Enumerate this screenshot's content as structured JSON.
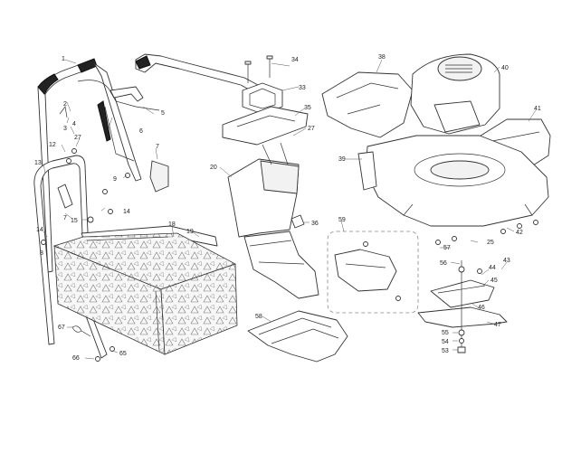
{
  "part_labels": [
    {
      "id": "1",
      "text": "1"
    },
    {
      "id": "2",
      "text": "2"
    },
    {
      "id": "3",
      "text": "3"
    },
    {
      "id": "4",
      "text": "4"
    },
    {
      "id": "5",
      "text": "5"
    },
    {
      "id": "6",
      "text": "6"
    },
    {
      "id": "7a",
      "text": "7"
    },
    {
      "id": "7b",
      "text": "7"
    },
    {
      "id": "8",
      "text": "8"
    },
    {
      "id": "9",
      "text": "9"
    },
    {
      "id": "12",
      "text": "12"
    },
    {
      "id": "13",
      "text": "13"
    },
    {
      "id": "14a",
      "text": "14"
    },
    {
      "id": "14b",
      "text": "14"
    },
    {
      "id": "15",
      "text": "15"
    },
    {
      "id": "18",
      "text": "18"
    },
    {
      "id": "19",
      "text": "19"
    },
    {
      "id": "20",
      "text": "20"
    },
    {
      "id": "25",
      "text": "25"
    },
    {
      "id": "27a",
      "text": "27"
    },
    {
      "id": "27b",
      "text": "27"
    },
    {
      "id": "33",
      "text": "33"
    },
    {
      "id": "34",
      "text": "34"
    },
    {
      "id": "35",
      "text": "35"
    },
    {
      "id": "36",
      "text": "36"
    },
    {
      "id": "38",
      "text": "38"
    },
    {
      "id": "39",
      "text": "39"
    },
    {
      "id": "40",
      "text": "40"
    },
    {
      "id": "41",
      "text": "41"
    },
    {
      "id": "42",
      "text": "42"
    },
    {
      "id": "43",
      "text": "43"
    },
    {
      "id": "44",
      "text": "44"
    },
    {
      "id": "45",
      "text": "45"
    },
    {
      "id": "46",
      "text": "46"
    },
    {
      "id": "47",
      "text": "47"
    },
    {
      "id": "53",
      "text": "53"
    },
    {
      "id": "54",
      "text": "54"
    },
    {
      "id": "55",
      "text": "55"
    },
    {
      "id": "56",
      "text": "56"
    },
    {
      "id": "57",
      "text": "57"
    },
    {
      "id": "58",
      "text": "58"
    },
    {
      "id": "59",
      "text": "59"
    },
    {
      "id": "65",
      "text": "65"
    },
    {
      "id": "66",
      "text": "66"
    },
    {
      "id": "67",
      "text": "67"
    }
  ]
}
